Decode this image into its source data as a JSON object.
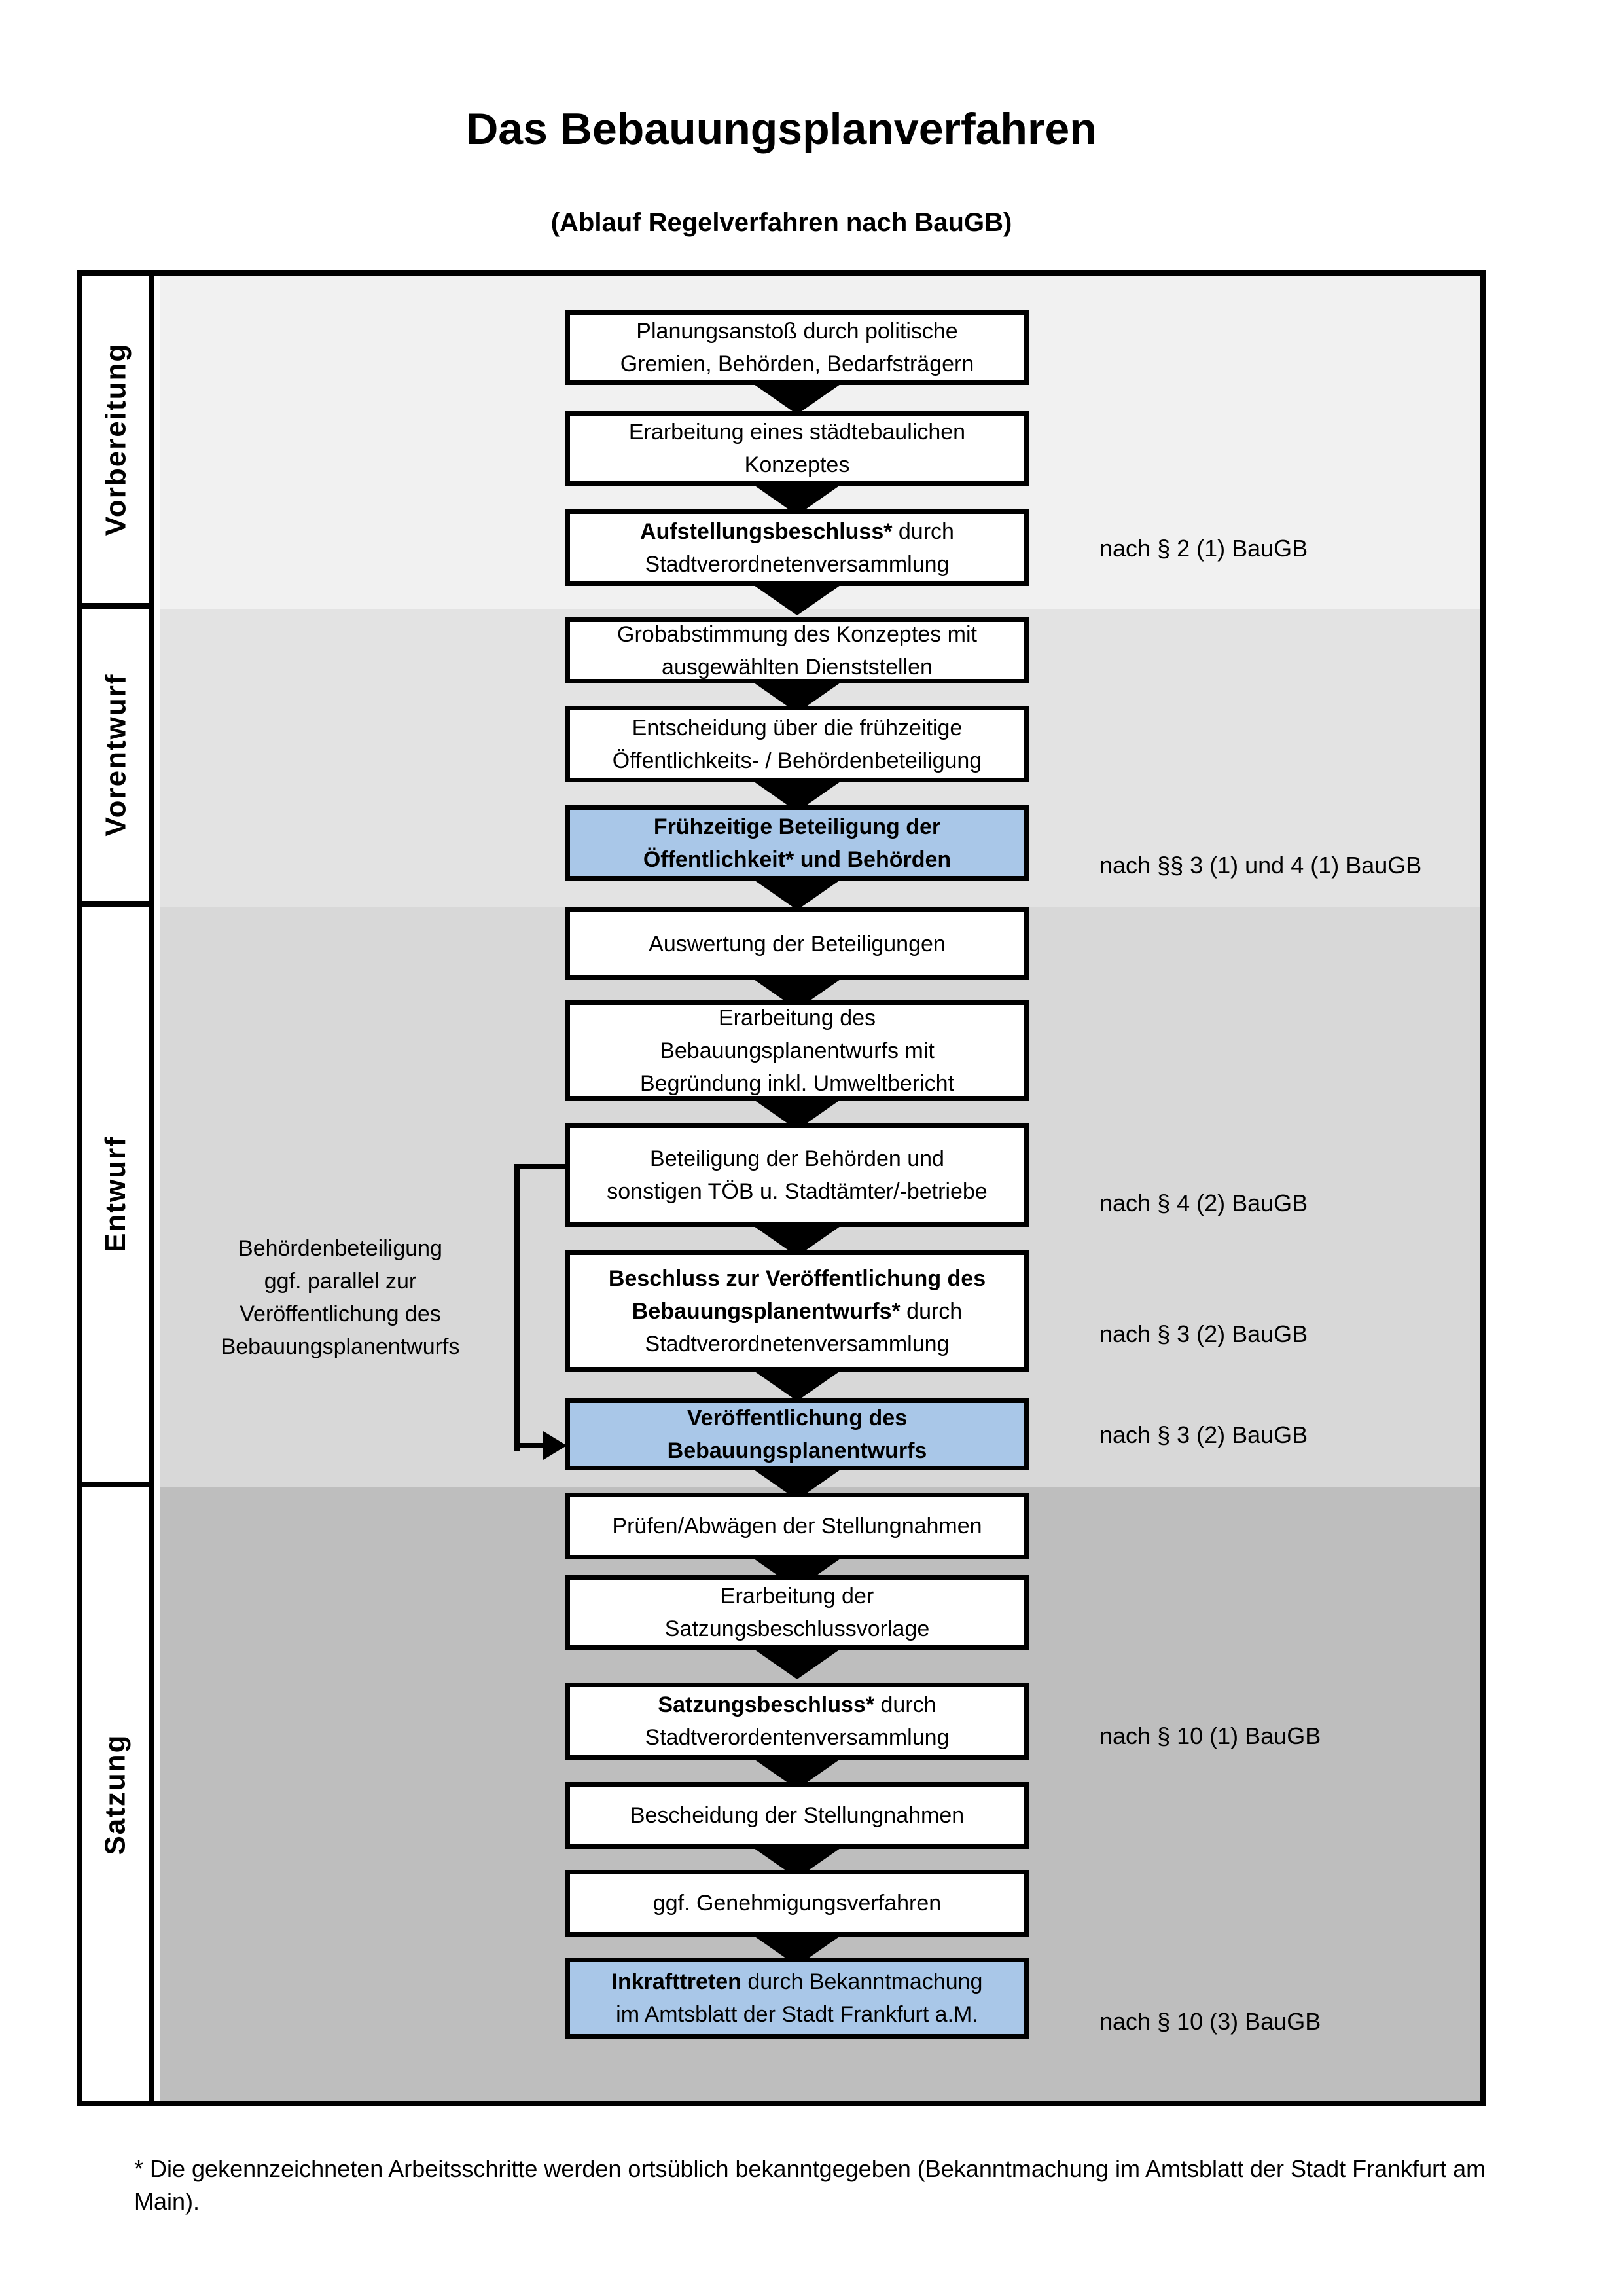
{
  "title": "Das Bebauungsplanverfahren",
  "subtitle": "(Ablauf Regelverfahren nach BauGB)",
  "colors": {
    "highlight_blue": "#a9c7e8",
    "phase_backgrounds": [
      "#f1f1f1",
      "#e3e3e3",
      "#d8d8d8",
      "#bebebe"
    ],
    "line_black": "#000000"
  },
  "phases": [
    {
      "label": "Vorbereitung"
    },
    {
      "label": "Vorentwurf"
    },
    {
      "label": "Entwurf"
    },
    {
      "label": "Satzung"
    }
  ],
  "boxes": [
    {
      "lines": [
        {
          "b": "",
          "r": "Planungsanstoß durch politische"
        },
        {
          "b": "",
          "r": "Gremien, Behörden, Bedarfsträgern"
        }
      ]
    },
    {
      "lines": [
        {
          "b": "",
          "r": "Erarbeitung eines städtebaulichen"
        },
        {
          "b": "",
          "r": "Konzeptes"
        }
      ]
    },
    {
      "lines": [
        {
          "b": "Aufstellungsbeschluss*",
          "r": " durch"
        },
        {
          "b": "",
          "r": "Stadtverordnetenversammlung"
        }
      ]
    },
    {
      "lines": [
        {
          "b": "",
          "r": "Grobabstimmung des Konzeptes mit"
        },
        {
          "b": "",
          "r": "ausgewählten Dienststellen"
        }
      ]
    },
    {
      "lines": [
        {
          "b": "",
          "r": "Entscheidung über die frühzeitige"
        },
        {
          "b": "",
          "r": "Öffentlichkeits- / Behördenbeteiligung"
        }
      ]
    },
    {
      "lines": [
        {
          "b": "Frühzeitige Beteiligung der",
          "r": ""
        },
        {
          "b": "Öffentlichkeit* und Behörden",
          "r": ""
        }
      ]
    },
    {
      "lines": [
        {
          "b": "",
          "r": "Auswertung der Beteiligungen"
        }
      ]
    },
    {
      "lines": [
        {
          "b": "",
          "r": "Erarbeitung des"
        },
        {
          "b": "",
          "r": "Bebauungsplanentwurfs mit"
        },
        {
          "b": "",
          "r": "Begründung inkl. Umweltbericht"
        }
      ]
    },
    {
      "lines": [
        {
          "b": "",
          "r": "Beteiligung der Behörden und"
        },
        {
          "b": "",
          "r": "sonstigen TÖB u. Stadtämter/-betriebe"
        }
      ]
    },
    {
      "lines": [
        {
          "b": "Beschluss zur Veröffentlichung des",
          "r": ""
        },
        {
          "b": "Bebauungsplanentwurfs*",
          "r": " durch"
        },
        {
          "b": "",
          "r": "Stadtverordnetenversammlung"
        }
      ]
    },
    {
      "lines": [
        {
          "b": "Veröffentlichung des",
          "r": ""
        },
        {
          "b": "Bebauungsplanentwurfs",
          "r": ""
        }
      ]
    },
    {
      "lines": [
        {
          "b": "",
          "r": "Prüfen/Abwägen der Stellungnahmen"
        }
      ]
    },
    {
      "lines": [
        {
          "b": "",
          "r": "Erarbeitung der"
        },
        {
          "b": "",
          "r": "Satzungsbeschlussvorlage"
        }
      ]
    },
    {
      "lines": [
        {
          "b": "Satzungsbeschluss*",
          "r": " durch"
        },
        {
          "b": "",
          "r": "Stadtverordentenversammlung"
        }
      ]
    },
    {
      "lines": [
        {
          "b": "",
          "r": "Bescheidung der Stellungnahmen"
        }
      ]
    },
    {
      "lines": [
        {
          "b": "",
          "r": "ggf. Genehmigungsverfahren"
        }
      ]
    },
    {
      "lines": [
        {
          "b": "Inkrafttreten",
          "r": " durch Bekanntmachung"
        },
        {
          "b": "",
          "r": "im Amtsblatt der Stadt Frankfurt a.M."
        }
      ]
    }
  ],
  "annotations": [
    "nach § 2 (1) BauGB",
    "nach §§ 3 (1) und 4 (1) BauGB",
    "nach § 4 (2) BauGB",
    "nach § 3 (2) BauGB",
    "nach § 3 (2) BauGB",
    "nach § 10 (1) BauGB",
    "nach § 10 (3) BauGB"
  ],
  "side_note": {
    "lines": [
      "Behördenbeteiligung",
      "ggf. parallel zur",
      "Veröffentlichung des",
      "Bebauungsplanentwurfs"
    ]
  },
  "footnote": "* Die gekennzeichneten Arbeitsschritte werden ortsüblich bekanntgegeben (Bekanntmachung im Amtsblatt  der Stadt Frankfurt am Main)."
}
